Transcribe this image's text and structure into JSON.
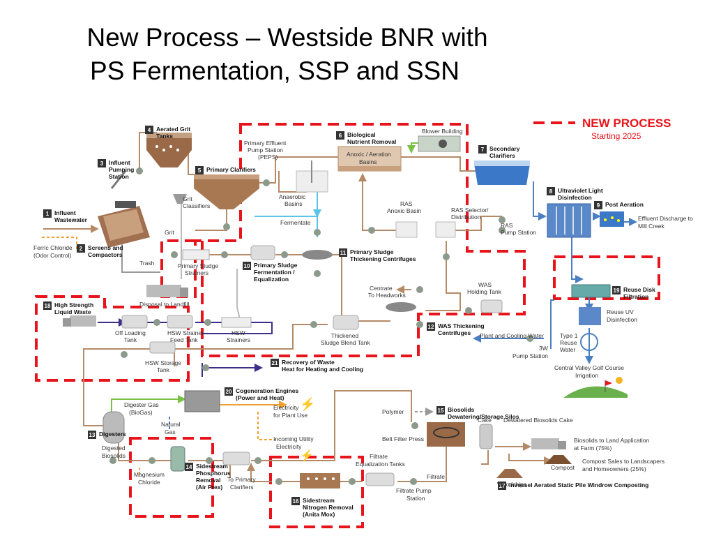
{
  "title": {
    "line1": "New Process – Westside BNR with",
    "line2": "PS Fermentation, SSP and SSN"
  },
  "legend": {
    "new_process": "NEW PROCESS",
    "starting": "Starting 2025",
    "dash_color": "#e8141b"
  },
  "colors": {
    "sludge_line": "#b58a66",
    "water_line": "#4a7fc1",
    "gas_line": "#7ac143",
    "electric_line": "#f0a030",
    "waste_line": "#3b2e8a",
    "fermentate_line": "#5bc4e8",
    "number_box": "#333333"
  },
  "steps": {
    "s1": {
      "num": "1",
      "line1": "Influent",
      "line2": "Wastewater"
    },
    "s2": {
      "num": "2",
      "line1": "Screens and",
      "line2": "Compactors"
    },
    "s3": {
      "num": "3",
      "line1": "Influent",
      "line2": "Pumping",
      "line3": "Station"
    },
    "s4": {
      "num": "4",
      "line1": "Aerated Grit",
      "line2": "Tanks"
    },
    "s5": {
      "num": "5",
      "line1": "Primary Clarifiers"
    },
    "s6": {
      "num": "6",
      "line1": "Biological",
      "line2": "Nutrient Removal"
    },
    "s7": {
      "num": "7",
      "line1": "Secondary",
      "line2": "Clarifiers"
    },
    "s8": {
      "num": "8",
      "line1": "Ultraviolet Light",
      "line2": "Disinfection"
    },
    "s9": {
      "num": "9",
      "line1": "Post Aeration"
    },
    "s10": {
      "num": "10",
      "line1": "Primary Sludge",
      "line2": "Fermentation /",
      "line3": "Equalization"
    },
    "s11": {
      "num": "11",
      "line1": "Primary Sludge",
      "line2": "Thickening Centrifuges"
    },
    "s12": {
      "num": "12",
      "line1": "WAS Thickening",
      "line2": "Centrifuges"
    },
    "s13": {
      "num": "13",
      "line1": "Digesters"
    },
    "s14": {
      "num": "14",
      "line1": "Sidestream",
      "line2": "Phosphorus",
      "line3": "Removal",
      "line4": "(Air Prex)"
    },
    "s15": {
      "num": "15",
      "line1": "Biosolids",
      "line2": "Dewatering/Storage Silos"
    },
    "s16": {
      "num": "16",
      "line1": "Sidestream",
      "line2": "Nitrogen Removal",
      "line3": "(Anita Mox)"
    },
    "s17": {
      "num": "17",
      "line1": "Invessel Aerated Static Pile Windrow Composting"
    },
    "s18": {
      "num": "18",
      "line1": "High Strength",
      "line2": "Liquid Waste"
    },
    "s19": {
      "num": "19",
      "line1": "Reuse Disk",
      "line2": "Filtration"
    },
    "s20": {
      "num": "20",
      "line1": "Cogeneration Engines",
      "line2": "(Power and Heat)"
    },
    "s21": {
      "num": "21",
      "line1": "Recovery of Waste",
      "line2": "Heat for Heating and Cooling"
    }
  },
  "labels": {
    "ferric1": "Ferric Chloride",
    "ferric2": "(Odor Control)",
    "trash": "Trash",
    "grit": "Grit",
    "grit_class1": "Grit",
    "grit_class2": "Classifiers",
    "disposal": "Disposal to Landfill",
    "peps1": "Primary Effluent",
    "peps2": "Pump Station",
    "peps3": "(PEPS)",
    "anoxic1": "Anoxic / Aeration",
    "anoxic2": "Basins",
    "blower": "Blower Building",
    "anaerobic1": "Anaerobic",
    "anaerobic2": "Basins",
    "ras_anoxic1": "RAS",
    "ras_anoxic2": "Anoxic Basin",
    "ras_sel1": "RAS Selector/",
    "ras_sel2": "Distribution",
    "ras_pump1": "RAS",
    "ras_pump2": "Pump Station",
    "fermentate": "Fermentate",
    "effluent1": "Effluent Discharge to",
    "effluent2": "Mill Creek",
    "ps_strain1": "Primary Sludge",
    "ps_strain2": "Strainers",
    "centrate1": "Centrate",
    "centrate2": "To Headworks",
    "was1": "WAS",
    "was2": "Holding Tank",
    "reuse_uv1": "Reuse UV",
    "reuse_uv2": "Disinfection",
    "offload1": "Off Loading",
    "offload2": "Tank",
    "hsw_feed1": "HSW Strainer",
    "hsw_feed2": "Feed Tank",
    "hsw_str1": "HSW",
    "hsw_str2": "Strainers",
    "thickened1": "Thickened",
    "thickened2": "Sludge Blend Tank",
    "plant_water": "Plant and Cooling Water",
    "type1_1": "Type 1",
    "type1_2": "Reuse",
    "type1_3": "Water",
    "pump3w1": "3W",
    "pump3w2": "Pump Station",
    "hsw_storage1": "HSW Storage",
    "hsw_storage2": "Tank",
    "golf1": "Central Valley Golf Course",
    "golf2": "Irrigation",
    "digester_gas1": "Digester Gas",
    "digester_gas2": "(BioGas)",
    "electricity1": "Electricity",
    "electricity2": "for Plant Use",
    "natural_gas1": "Natural",
    "natural_gas2": "Gas",
    "incoming1": "Incoming Utility",
    "incoming2": "Electricity",
    "polymer": "Polymer",
    "cake": "Cake",
    "dewatered": "Dewatered Biosolids Cake",
    "belt": "Belt Filter Press",
    "land1": "Biosolids to Land Application",
    "land2": "at Farm (75%)",
    "compost": "Compost",
    "compost_sales1": "Compost Sales to Landscapers",
    "compost_sales2": "and Homeowners (25%)",
    "woodchips": "Woodchips",
    "digested1": "Digested",
    "digested2": "Biosolids",
    "magnesium1": "Magnesium",
    "magnesium2": "Chloride",
    "to_primary1": "To Primary",
    "to_primary2": "Clarifiers",
    "filtrate_eq1": "Filtrate",
    "filtrate_eq2": "Equalization Tanks",
    "filtrate": "Filtrate",
    "filtrate_pump1": "Filtrate Pump",
    "filtrate_pump2": "Station"
  }
}
